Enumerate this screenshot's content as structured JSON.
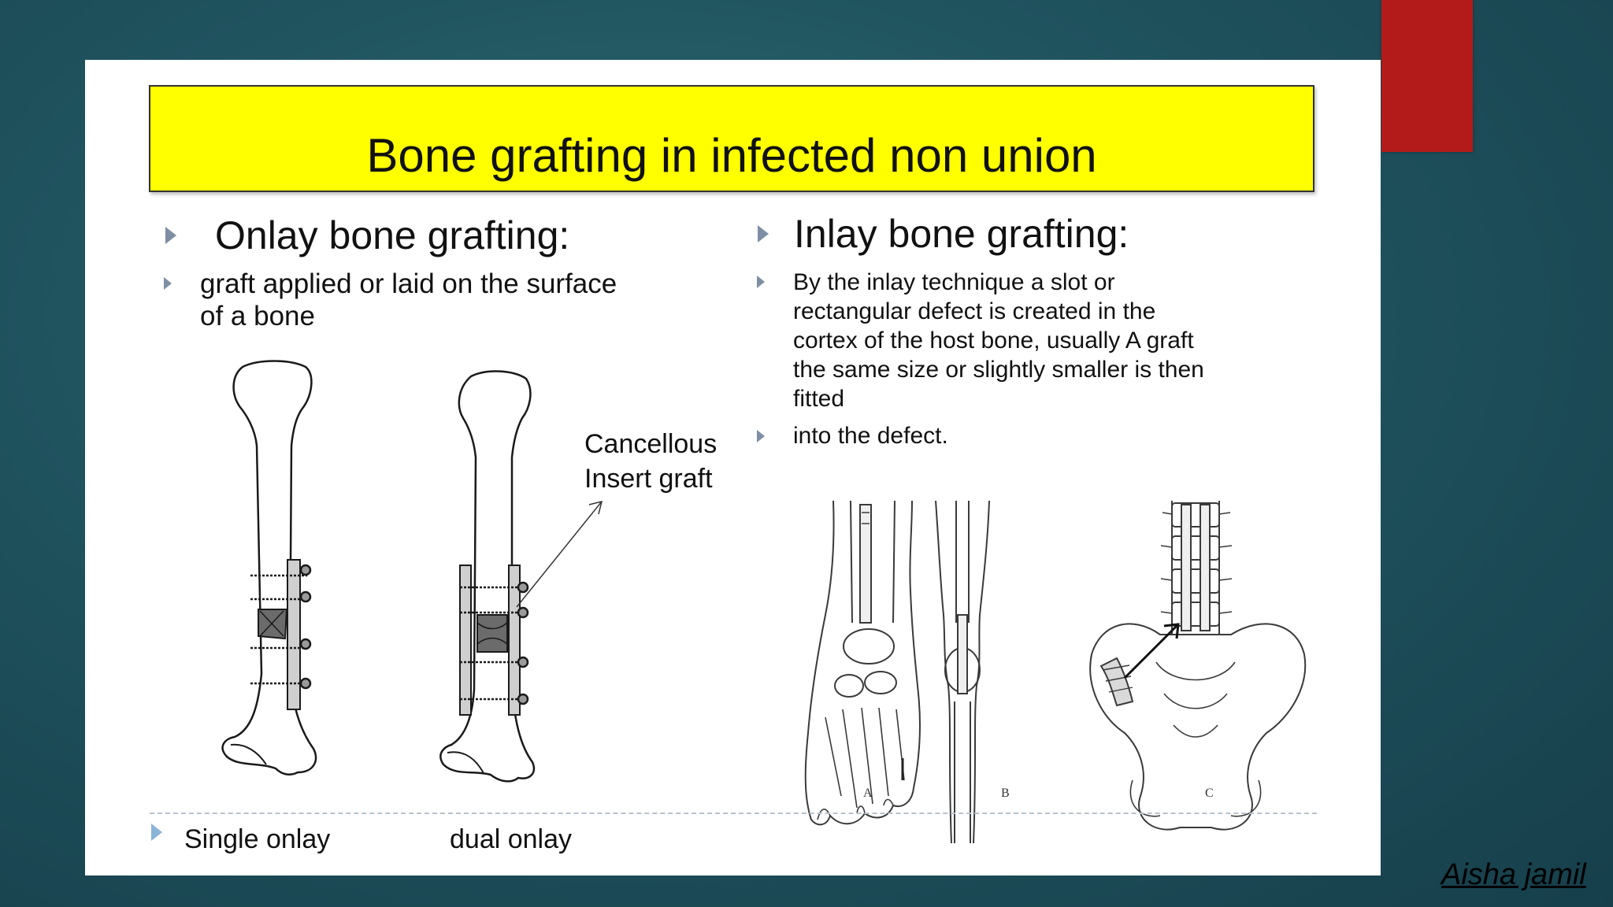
{
  "slide": {
    "title": "Bone grafting in infected non union",
    "left_column": {
      "heading": "Onlay bone grafting:",
      "description_lines": [
        "graft applied or laid on the surface",
        "of a bone"
      ],
      "figure_callout_lines": [
        "Cancellous",
        "Insert graft"
      ],
      "captions": {
        "single": "Single onlay",
        "dual": "dual onlay"
      }
    },
    "right_column": {
      "heading": "Inlay bone grafting:",
      "description_lines": [
        "By the inlay technique a slot or",
        "rectangular defect is created in the",
        "cortex of the host bone, usually  A graft",
        "the same size or slightly smaller is then",
        "fitted"
      ],
      "second_point": "into the defect.",
      "figure_labels": [
        "A",
        "B",
        "C"
      ]
    }
  },
  "footer": {
    "author": "Aisha jamil"
  },
  "colors": {
    "background": "#1f535e",
    "title_fill": "#ffff00",
    "accent_red": "#b31b1b",
    "bullet": "#7e8fa3"
  },
  "icons": {
    "bullet": "triangle-bullet-icon"
  }
}
